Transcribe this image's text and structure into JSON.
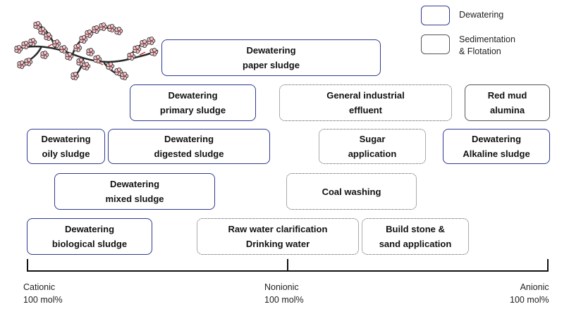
{
  "legend": {
    "dewatering": "Dewatering",
    "sedimentation_line1": "Sedimentation",
    "sedimentation_line2": "& Flotation"
  },
  "boxes": {
    "paper_sludge": [
      "Dewatering",
      "paper sludge"
    ],
    "primary_sludge": [
      "Dewatering",
      "primary sludge"
    ],
    "general_effluent": [
      "General industrial",
      "effluent"
    ],
    "red_mud": [
      "Red mud",
      "alumina"
    ],
    "oily_sludge": [
      "Dewatering",
      "oily sludge"
    ],
    "digested_sludge": [
      "Dewatering",
      "digested sludge"
    ],
    "sugar": [
      "Sugar",
      "application"
    ],
    "alkaline_sludge": [
      "Dewatering",
      "Alkaline sludge"
    ],
    "mixed_sludge": [
      "Dewatering",
      "mixed sludge"
    ],
    "coal_washing": [
      "Coal washing"
    ],
    "biological_sludge": [
      "Dewatering",
      "biological sludge"
    ],
    "raw_water": [
      "Raw water clarification",
      "Drinking water"
    ],
    "build_stone": [
      "Build stone &",
      "sand application"
    ]
  },
  "axis": {
    "left": [
      "Cationic",
      "100 mol%"
    ],
    "center": [
      "Nonionic",
      "100 mol%"
    ],
    "right": [
      "Anionic",
      "100 mol%"
    ]
  },
  "colors": {
    "dewatering_border": "#2f3a8f",
    "sedimentation_border": "#555555",
    "blossom": "#f2c4cc",
    "branch": "#2a2a2a"
  }
}
